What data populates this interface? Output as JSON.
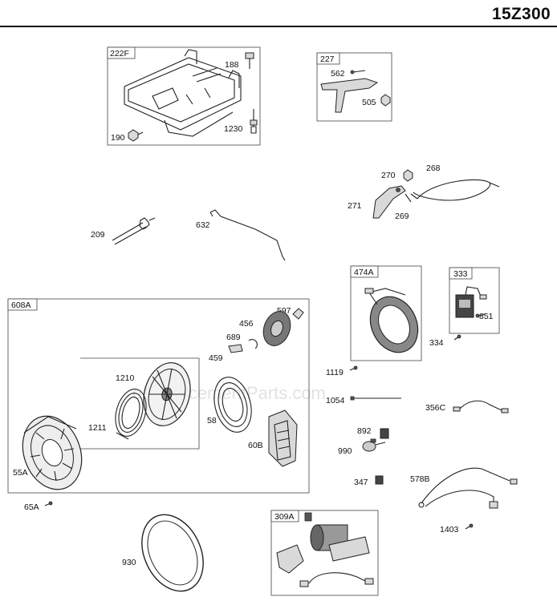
{
  "header": {
    "model": "15Z300"
  },
  "watermark": "eReplacementParts.com",
  "boxes": {
    "b222F": "222F",
    "b227": "227",
    "b474A": "474A",
    "b333": "333",
    "b608A": "608A",
    "b309A": "309A"
  },
  "labels": {
    "p188": "188",
    "p190": "190",
    "p1230": "1230",
    "p562": "562",
    "p505": "505",
    "p270": "270",
    "p268": "268",
    "p271": "271",
    "p269": "269",
    "p209": "209",
    "p632": "632",
    "p851": "851",
    "p334": "334",
    "p597": "597",
    "p456": "456",
    "p689": "689",
    "p459": "459",
    "p1210": "1210",
    "p1211": "1211",
    "p58": "58",
    "p60B": "60B",
    "p55A": "55A",
    "p1119": "1119",
    "p1054": "1054",
    "p356C": "356C",
    "p892": "892",
    "p990": "990",
    "p347": "347",
    "p578B": "578B",
    "p65A": "65A",
    "p1403": "1403",
    "p930": "930"
  }
}
